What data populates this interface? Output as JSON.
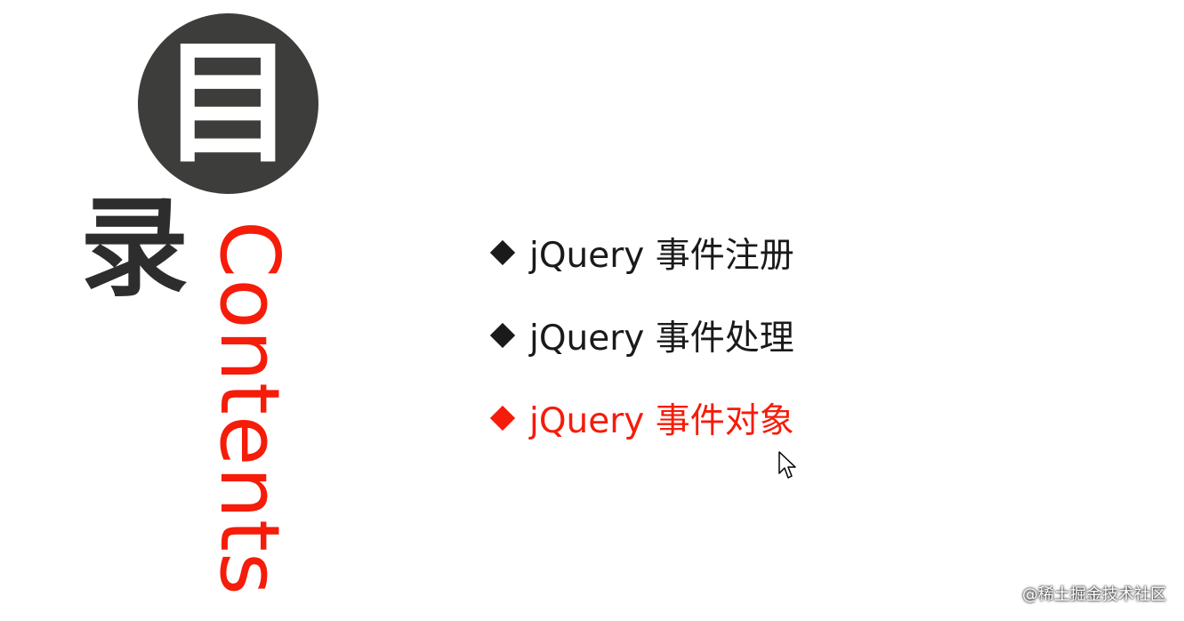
{
  "title": {
    "char_1": "目",
    "char_2": "录",
    "english": "Contents"
  },
  "agenda": [
    {
      "label": "jQuery 事件注册",
      "active": false
    },
    {
      "label": "jQuery 事件处理",
      "active": false
    },
    {
      "label": "jQuery 事件对象",
      "active": true
    }
  ],
  "watermark": "@稀土掘金技术社区",
  "colors": {
    "accent": "#f51c0a",
    "circle": "#3d3d3b",
    "text": "#1a1a1a"
  },
  "icons": {
    "bullet": "diamond-icon",
    "pointer": "mouse-cursor-icon"
  }
}
